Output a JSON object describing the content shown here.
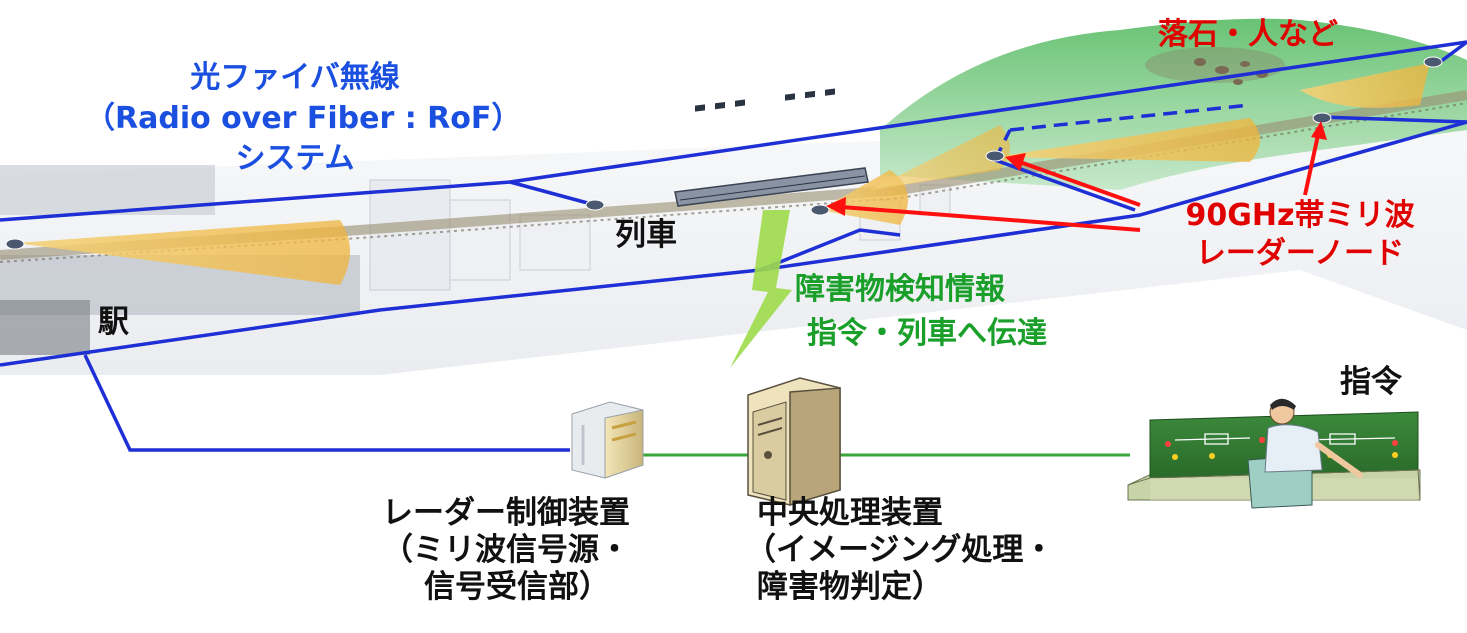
{
  "labels": {
    "rof_line1": "光ファイバ無線",
    "rof_line2": "（Radio over Fiber : RoF）",
    "rof_line3": "システム",
    "obstacle": "落石・人など",
    "radar_line1": "90GHz帯ミリ波",
    "radar_line2": "レーダーノード",
    "train": "列車",
    "station": "駅",
    "detect_line1": "障害物検知情報",
    "detect_line2": "指令・列車へ伝達",
    "command": "指令",
    "radar_ctrl_line1": "レーダー制御装置",
    "radar_ctrl_line2": "（ミリ波信号源・",
    "radar_ctrl_line3": "信号受信部）",
    "central_line1": "中央処理装置",
    "central_line2": "（イメージング処理・",
    "central_line3": "障害物判定）"
  },
  "colors": {
    "fiber_blue": "#1f2fd6",
    "network_green": "#3aa63a",
    "text_blue": "#1b4fe0",
    "text_red": "#e10000",
    "text_green": "#1aa02a",
    "beam_yellow": "#f2c24a",
    "hill_green": "#66c070"
  },
  "icons": [
    "radar-node-icon",
    "train-icon",
    "server-icon",
    "radar-controller-icon",
    "control-console-icon",
    "operator-icon",
    "wireless-bolt-icon"
  ]
}
